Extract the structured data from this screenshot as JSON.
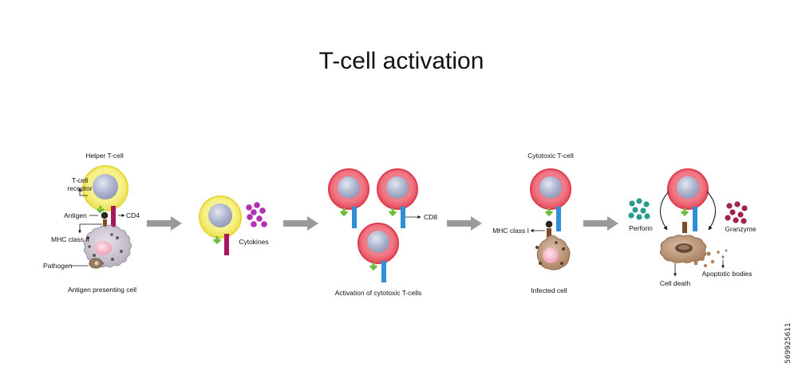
{
  "title": "T-cell activation",
  "labels": {
    "helper_t_cell": "Helper T-cell",
    "t_cell_receptor_1": "T-cell",
    "t_cell_receptor_2": "receptor",
    "antigen": "Antigen",
    "cd4": "CD4",
    "mhc_class_ii": "MHC class II",
    "pathogen": "Pathogen",
    "antigen_presenting_cell": "Antigen presenting cell",
    "cytokines": "Cytokines",
    "cd8": "CD8",
    "activation_of_cytotoxic_t_cells": "Activation of cytotoxic T-cells",
    "cytotoxic_t_cell": "Cytotoxic T-cell",
    "mhc_class_i": "MHC class I",
    "infected_cell": "Infected cell",
    "perforin": "Perforin",
    "granzyme": "Granzyme",
    "cell_death": "Cell death",
    "apoptotic_bodies": "Apoptotic bodies"
  },
  "side_text": "569925611",
  "colors": {
    "helper_ring": "#f3e94f",
    "cytotoxic_ring": "#e8505f",
    "nucleus": "#aab2cc",
    "apc_body": "#c8c3cf",
    "infected_body": "#b9987a",
    "receptor_green": "#6cbb3c",
    "cd4_magenta": "#a8175f",
    "cd8_blue": "#2f8fd6",
    "mhc_brown": "#7a4a2a",
    "arrow_gray": "#9a9a9a",
    "cytokine_purple": "#b52fb5",
    "perforin_teal": "#2a9c8e",
    "granzyme_crimson": "#a3224b"
  }
}
